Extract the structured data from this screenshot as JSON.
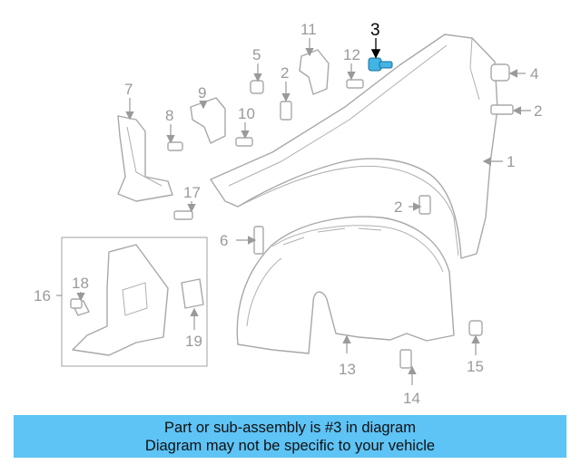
{
  "callouts": {
    "c1": "1",
    "c2a": "2",
    "c2b": "2",
    "c2c": "2",
    "c3": "3",
    "c4": "4",
    "c5": "5",
    "c6": "6",
    "c7": "7",
    "c8": "8",
    "c9": "9",
    "c10": "10",
    "c11": "11",
    "c12": "12",
    "c13": "13",
    "c14": "14",
    "c15": "15",
    "c16": "16",
    "c17": "17",
    "c18": "18",
    "c19": "19"
  },
  "highlight": {
    "part_number": "3",
    "color": "#42b4e6"
  },
  "banner": {
    "line1": "Part or sub-assembly is #3 in diagram",
    "line2": "Diagram may not be specific to your vehicle",
    "color": "#5ec3f5"
  }
}
